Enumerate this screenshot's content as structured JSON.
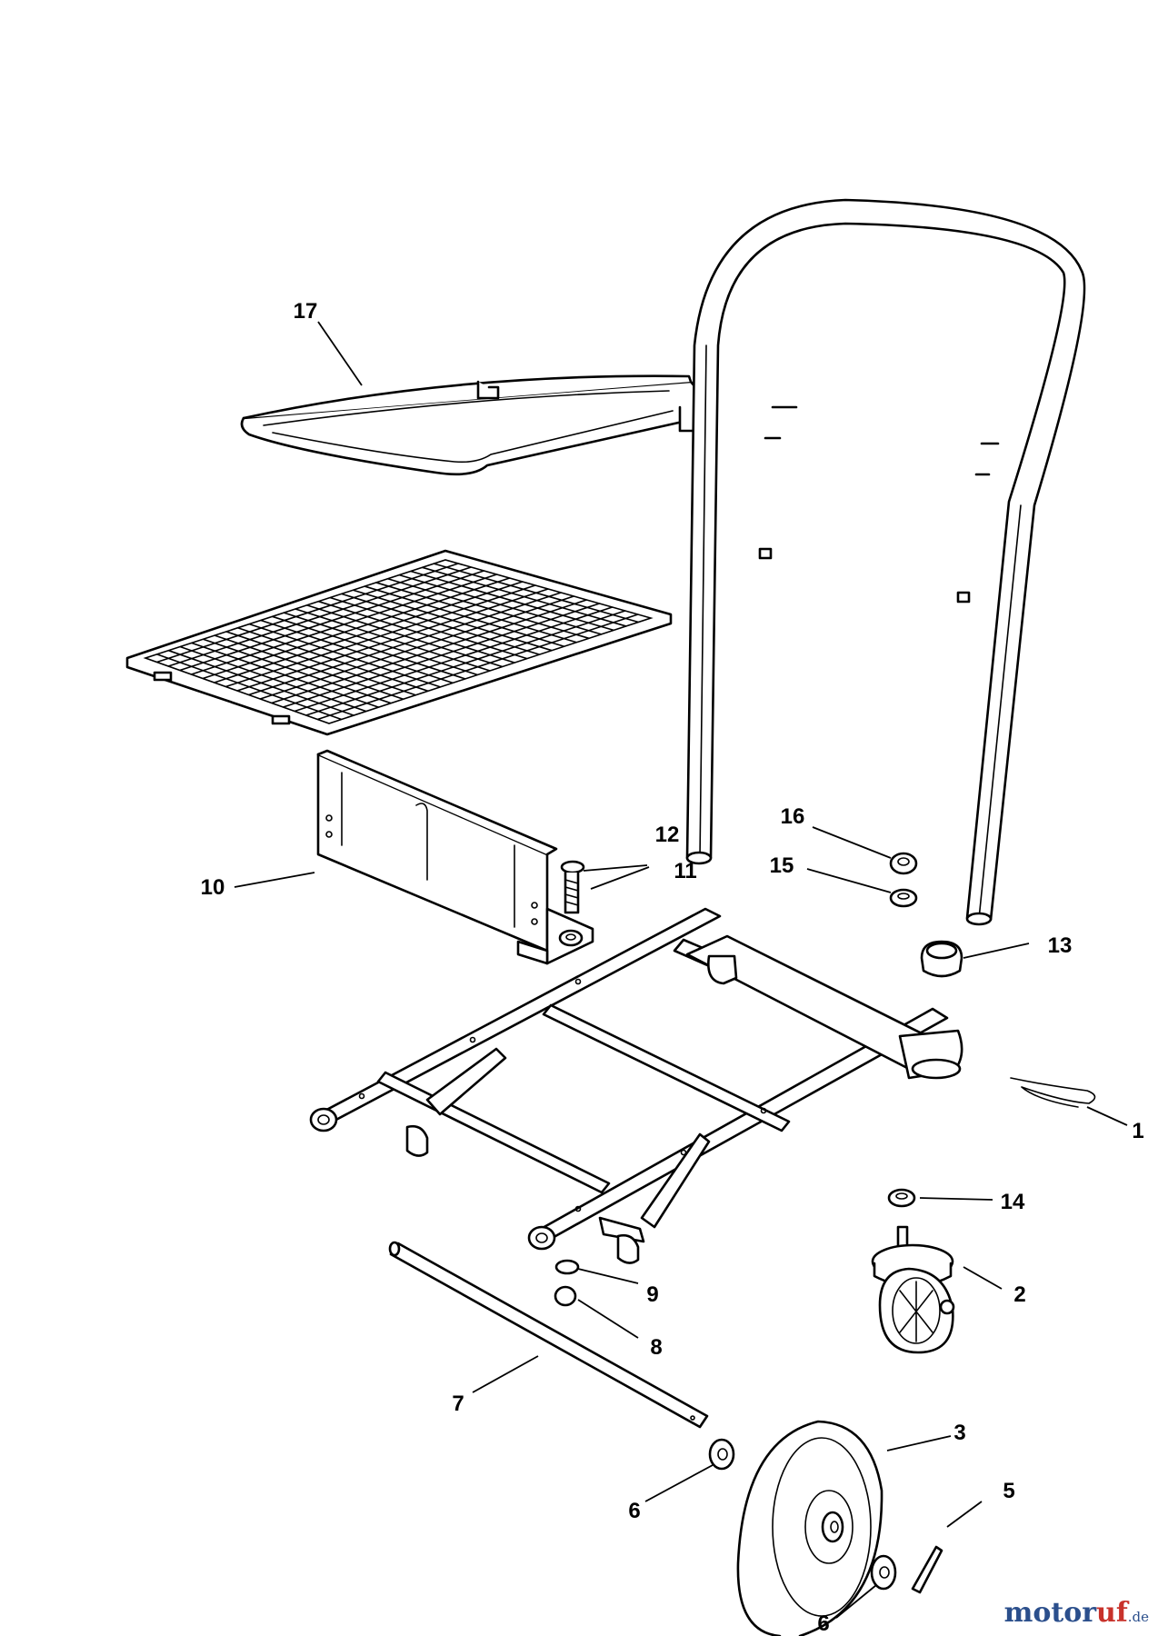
{
  "callouts": [
    "1",
    "2",
    "3",
    "5",
    "6",
    "6",
    "7",
    "8",
    "9",
    "10",
    "11",
    "12",
    "13",
    "14",
    "15",
    "16",
    "17"
  ],
  "watermark": {
    "part1": "motor",
    "part2": "uf",
    "suffix": ".de"
  }
}
